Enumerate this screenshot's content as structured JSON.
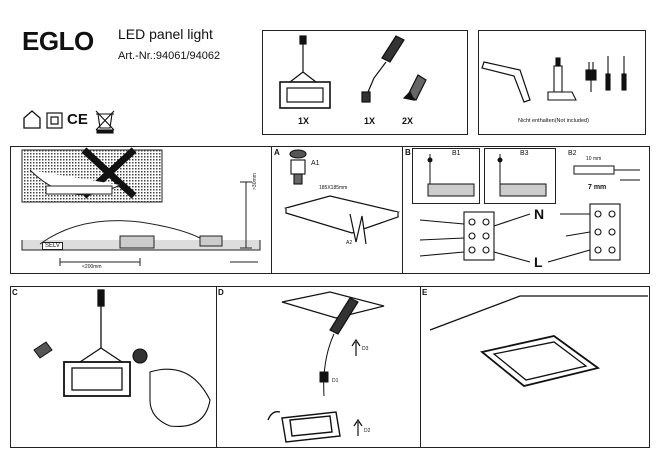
{
  "header": {
    "brand": "EGLO",
    "product_title": "LED panel light",
    "article_numbers": "Art.-Nr.:94061/94062",
    "cert_marks": [
      "CE"
    ],
    "icons": [
      "indoor-house-icon",
      "class-ii-double-square-icon",
      "ce-mark-icon",
      "weee-bin-icon"
    ]
  },
  "package": {
    "quantities": [
      "1X",
      "1X",
      "2X"
    ]
  },
  "tools": {
    "note": "Nicht enthalten(Not included)"
  },
  "steps": {
    "a": {
      "label": "A",
      "sub1": "A1",
      "sub2": "A2",
      "cutout": "185X185mm"
    },
    "b": {
      "label": "B",
      "sub1": "B1",
      "sub2": "B3",
      "sub3": "B2",
      "strip": "7 mm",
      "strip_small": "10 mm",
      "neutral": "N",
      "live": "L"
    },
    "c": {
      "label": "C"
    },
    "d": {
      "label": "D",
      "sub1": "D1",
      "sub2": "D2",
      "sub3": "D3"
    },
    "e": {
      "label": "E"
    }
  },
  "dimensions": {
    "selv": "SELV",
    "dim_width": "<200mm",
    "dim_depth": ">30mm"
  }
}
